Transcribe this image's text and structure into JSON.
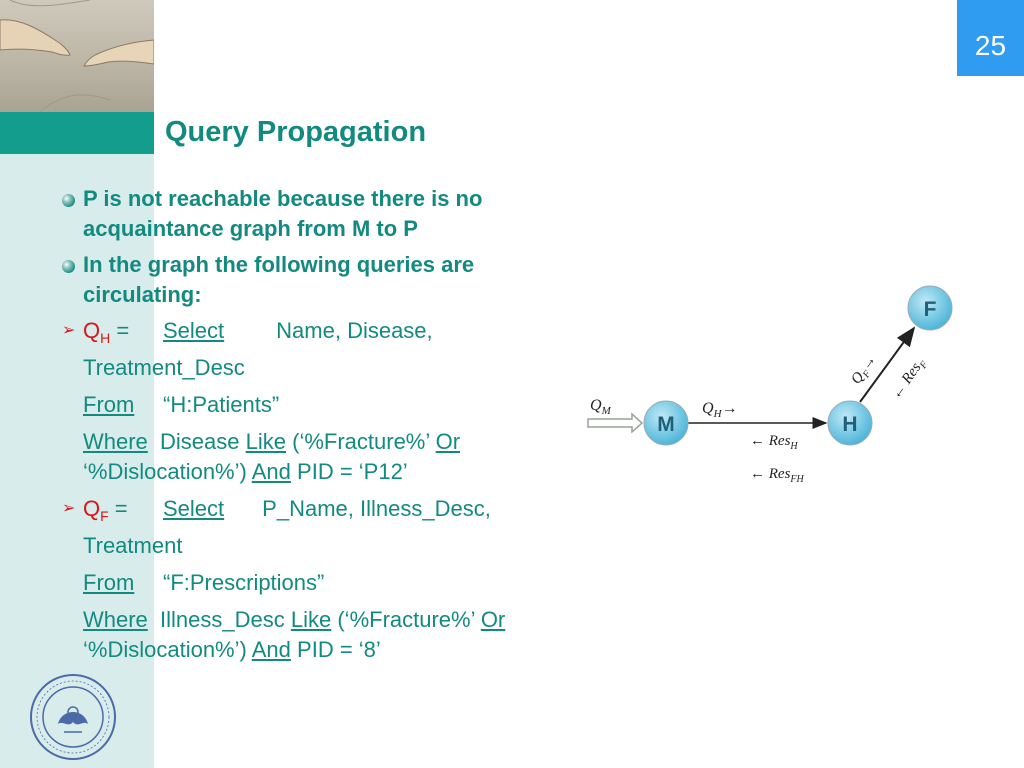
{
  "page_number": "25",
  "title": "Query Propagation",
  "bullets": [
    "P is not reachable because there is no acquaintance graph from M to P",
    "In the graph the following queries are circulating:"
  ],
  "queries": {
    "qh": {
      "q_letter": "Q",
      "q_sub": "H",
      "eq": " =",
      "select_kw": "Select",
      "select_val": "Name, Disease,",
      "select_cont": "Treatment_Desc",
      "from_kw": "From",
      "from_val": "“H:Patients”",
      "where_kw": "Where",
      "where_val1": "Disease",
      "like_kw": "Like",
      "where_val2": "(‘%Fracture%’",
      "or_kw": "Or",
      "where_val3": "‘%Dislocation%’)",
      "and_kw": "And",
      "where_val4": "PID = ‘P12’"
    },
    "qf": {
      "q_letter": "Q",
      "q_sub": "F",
      "eq": " =",
      "select_kw": "Select",
      "select_val": "P_Name, Illness_Desc,",
      "select_cont": "Treatment",
      "from_kw": "From",
      "from_val": "“F:Prescriptions”",
      "where_kw": "Where",
      "where_val1": "Illness_Desc",
      "like_kw": "Like",
      "where_val2": "(‘%Fracture%’",
      "or_kw": "Or",
      "where_val3": "‘%Dislocation%’)",
      "and_kw": "And",
      "where_val4": "PID = ‘8’"
    }
  },
  "diagram": {
    "nodes": {
      "m": "M",
      "h": "H",
      "f": "F"
    },
    "labels": {
      "qm_q": "Q",
      "qm_sub": "M",
      "qh_q": "Q",
      "qh_sub": "H",
      "qh_arrow": "→",
      "resh_arrow": "←",
      "resh_text": "Res",
      "resh_sub": "H",
      "resfh_arrow": "←",
      "resfh_text": "Res",
      "resfh_sub": "FH",
      "qf_q": "Q",
      "qf_sub": "F",
      "qf_arrow": "→",
      "resf_arrow": "←",
      "resf_text": "Res",
      "resf_sub": "F"
    }
  },
  "colors": {
    "accent": "#138a80",
    "query_red": "#d21a1a",
    "page_badge": "#2f9cf2",
    "node_fill": "#67c7e6",
    "sidebar": "#d9ecec"
  }
}
